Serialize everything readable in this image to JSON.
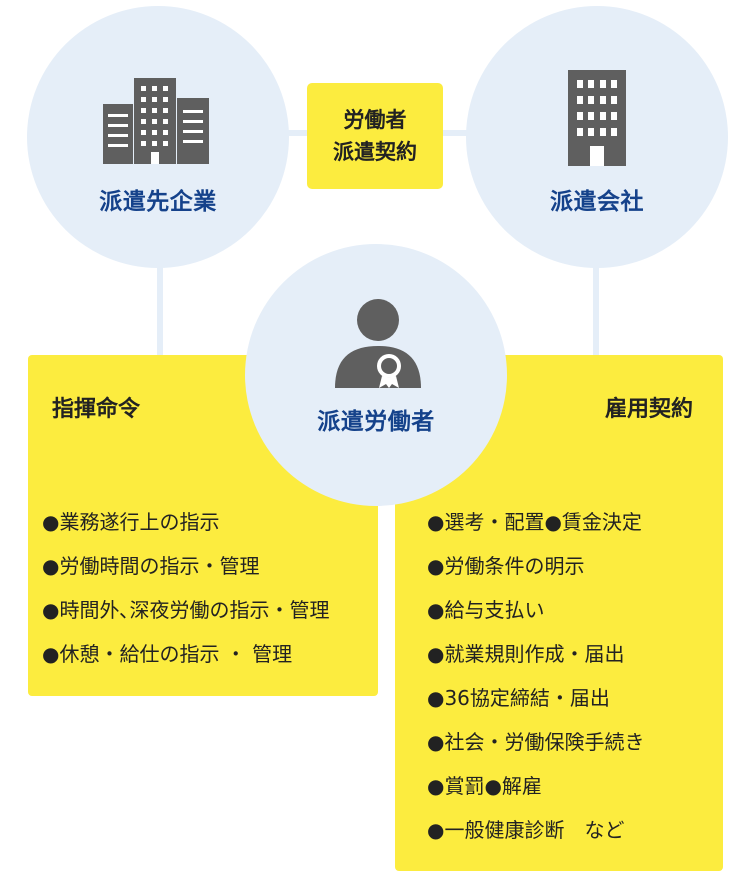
{
  "nodes": {
    "client_company": {
      "label": "派遣先企業"
    },
    "agency": {
      "label": "派遣会社"
    },
    "worker": {
      "label": "派遣労働者"
    }
  },
  "contract": {
    "line1": "労働者",
    "line2": "派遣契約"
  },
  "command_panel": {
    "title": "指揮命令",
    "items": [
      "●業務遂行上の指示",
      "●労働時間の指示・管理",
      "●時間外､深夜労働の指示・管理",
      "●休憩・給仕の指示 ・ 管理"
    ]
  },
  "employment_panel": {
    "title": "雇用契約",
    "items": [
      "●選考・配置●賃金決定",
      "●労働条件の明示",
      "●給与支払い",
      "●就業規則作成・届出",
      "●36協定締結・届出",
      "●社会・労働保険手続き",
      "●賞罰●解雇",
      "●一般健康診断　など"
    ]
  },
  "colors": {
    "circle_fill": "#e5eef8",
    "panel_yellow": "#fcec3f",
    "label_blue": "#15428b",
    "icon_gray": "#5f5f5f"
  }
}
